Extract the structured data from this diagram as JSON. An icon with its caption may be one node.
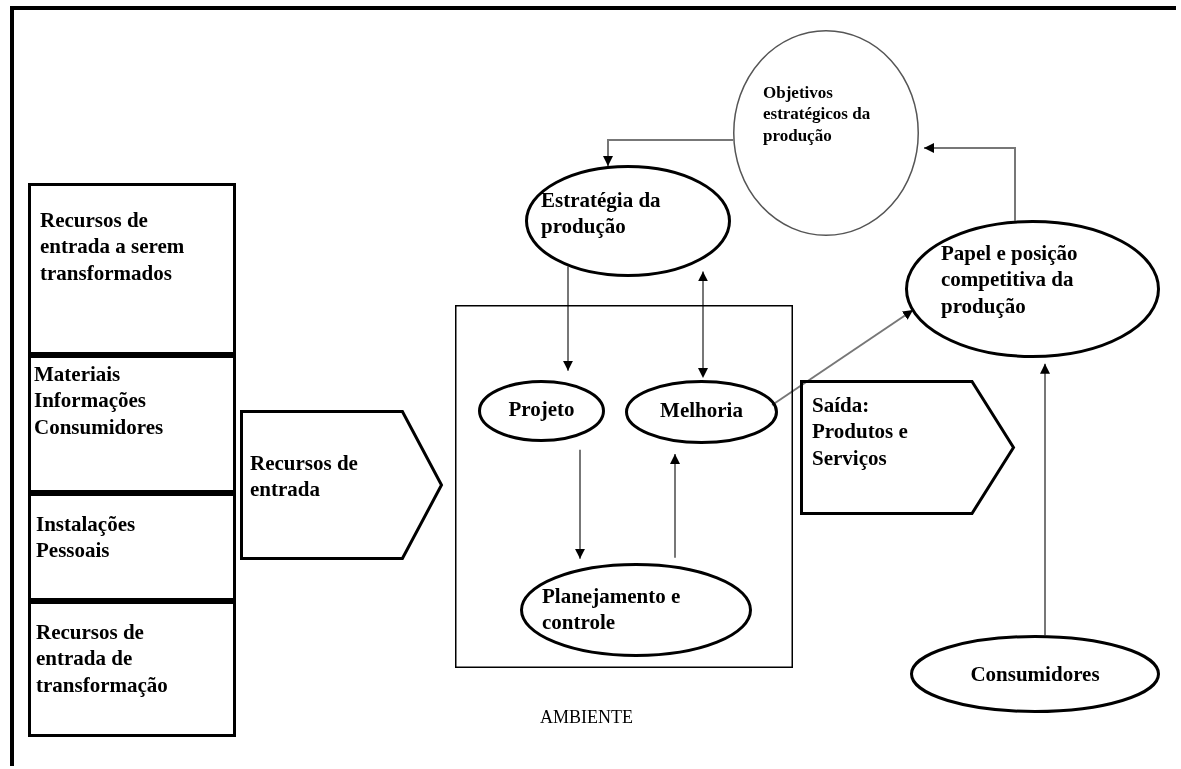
{
  "diagram": {
    "nodes": [
      {
        "text": [
          "Objetivos estratégicos da produção"
        ]
      },
      {
        "text": [
          "Estratégia da produção"
        ]
      },
      {
        "text": [
          "Recursos de entrada a serem transformados"
        ]
      },
      {
        "text": [
          "Materiais Informações Consumidores"
        ]
      },
      {
        "text": [
          "Instalações Pessoais"
        ]
      },
      {
        "text": [
          "Recursos de entrada de transformação"
        ]
      },
      {
        "text": [
          "Recursos de entrada"
        ]
      },
      {
        "text": [],
        "shape": "box"
      },
      {
        "text": [
          "Projeto"
        ],
        "in": 7
      },
      {
        "text": [
          "Melhoria"
        ],
        "in": 7
      },
      {
        "text": [
          "Planejamento e controle"
        ],
        "in": 7
      },
      {
        "text": [
          "Papel e posição competitiva da produção"
        ]
      },
      {
        "text": [
          "Saída: Produtos e Serviços"
        ]
      },
      {
        "text": [
          "Consumidores"
        ]
      }
    ],
    "edges": [
      {
        "from": 0,
        "to": 1,
        "arrow": "to"
      },
      {
        "from": 11,
        "to": 0,
        "arrow": "to"
      },
      {
        "from": 1,
        "to": 8,
        "arrow": "to"
      },
      {
        "from": 9,
        "to": 1,
        "arrow": "both"
      },
      {
        "from": 8,
        "to": 10,
        "arrow": "to"
      },
      {
        "from": 10,
        "to": 9,
        "arrow": "to"
      },
      {
        "from": 9,
        "to": 11,
        "arrow": "to"
      },
      {
        "from": 13,
        "to": 11,
        "arrow": "to"
      }
    ],
    "labels": [
      "AMBIENTE"
    ]
  }
}
